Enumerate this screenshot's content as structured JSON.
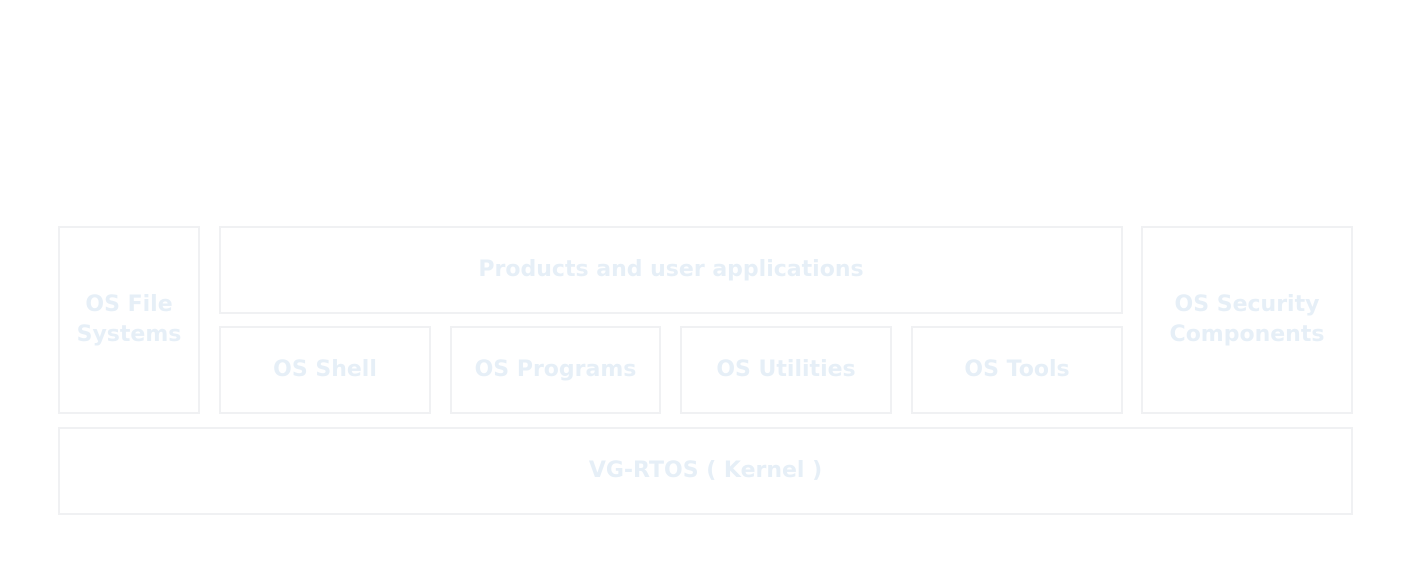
{
  "diagram": {
    "file_systems": "OS File\nSystems",
    "applications": "Products and user applications",
    "shell": "OS Shell",
    "programs": "OS Programs",
    "utilities": "OS Utilities",
    "tools": "OS Tools",
    "security": "OS Security\nComponents",
    "kernel": "VG-RTOS ( Kernel )"
  },
  "colors": {
    "box_border": "#f0f1f3",
    "label_text": "#e6eff7",
    "background": "#ffffff"
  }
}
